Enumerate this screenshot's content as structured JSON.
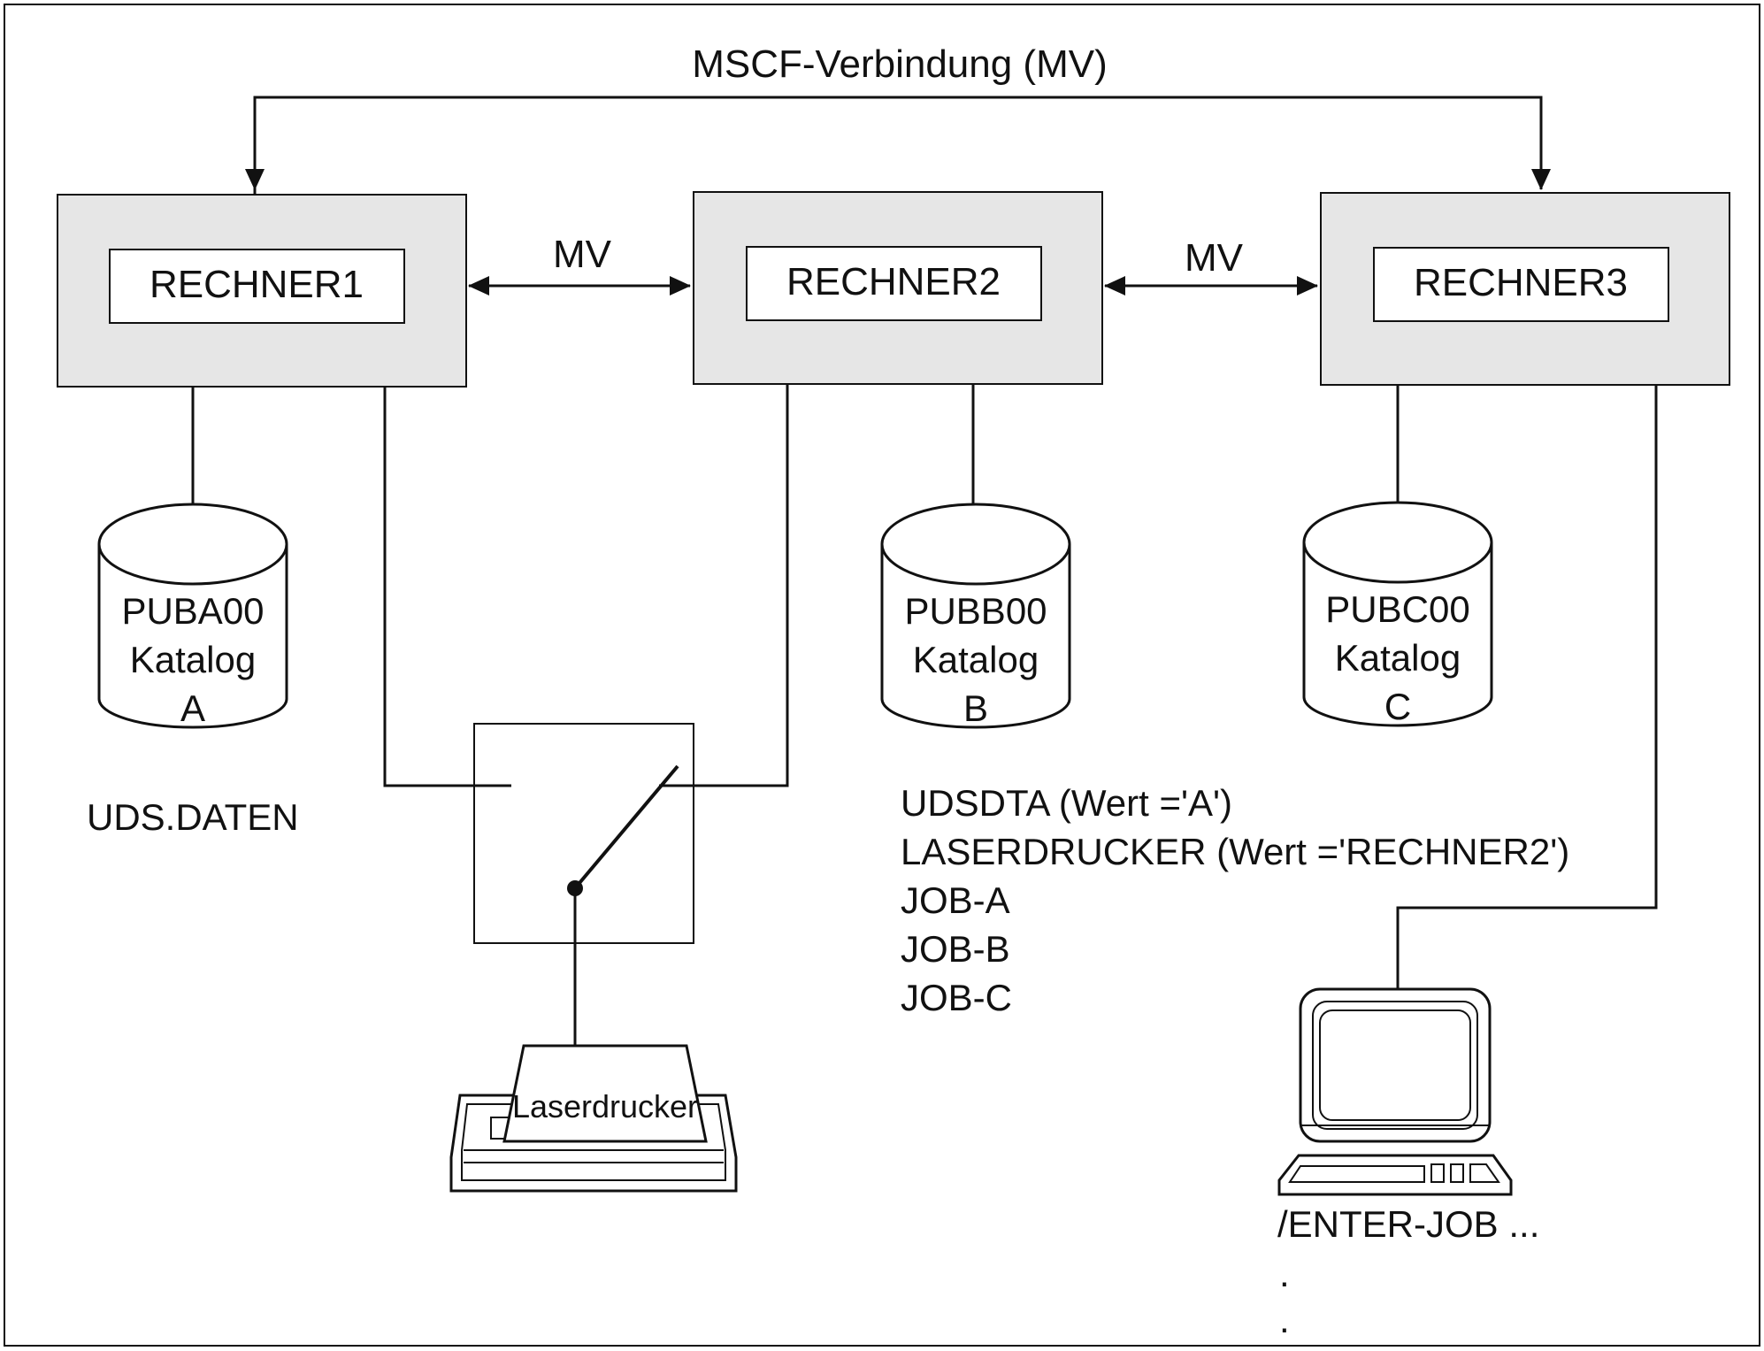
{
  "link_label": "MSCF-Verbindung (MV)",
  "mv_label_left": "MV",
  "mv_label_right": "MV",
  "computers": [
    {
      "name": "RECHNER1"
    },
    {
      "name": "RECHNER2"
    },
    {
      "name": "RECHNER3"
    }
  ],
  "catalogs": [
    {
      "lines": [
        "PUBA00",
        "Katalog",
        "A"
      ]
    },
    {
      "lines": [
        "PUBB00",
        "Katalog",
        "B"
      ]
    },
    {
      "lines": [
        "PUBC00",
        "Katalog",
        "C"
      ]
    }
  ],
  "uds_label": "UDS.DATEN",
  "variables": [
    "UDSDTA (Wert ='A')",
    "LASERDRUCKER (Wert ='RECHNER2')",
    "JOB-A",
    "JOB-B",
    "JOB-C"
  ],
  "printer_label": "Laserdrucker",
  "terminal_lines": [
    "/ENTER-JOB ...",
    ".",
    "."
  ],
  "colors": {
    "box_fill": "#e6e6e6",
    "stroke": "#111111",
    "background": "#ffffff"
  }
}
